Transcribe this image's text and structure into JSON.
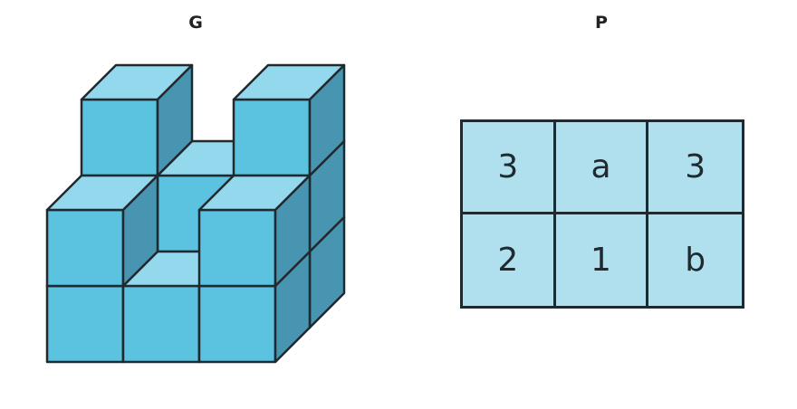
{
  "figures": {
    "left_label": "G",
    "right_label": "P"
  },
  "colors": {
    "front": "#5bc2e0",
    "top": "#94d8ee",
    "side": "#4795b0",
    "grid_fill": "#b0dfee",
    "stroke": "#1f2a30"
  },
  "grid": {
    "rows": [
      [
        "3",
        "a",
        "3"
      ],
      [
        "2",
        "1",
        "b"
      ]
    ]
  }
}
